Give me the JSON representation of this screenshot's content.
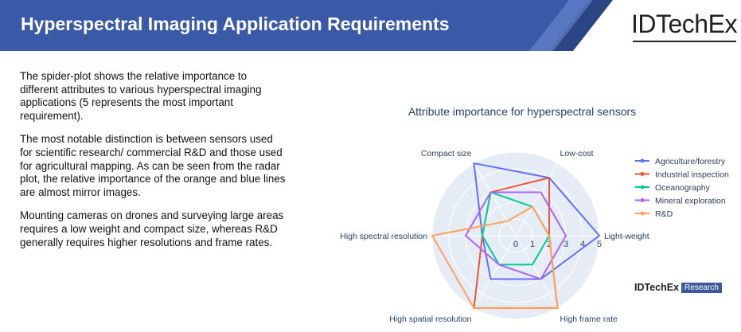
{
  "header": {
    "title": "Hyperspectral Imaging Application Requirements",
    "brand": "IDTechEx",
    "colors": {
      "band": "#3a5aa8",
      "stripe_light": "#6f8fd3",
      "stripe_dark": "#2b4585"
    }
  },
  "body": {
    "paragraphs": [
      "The spider-plot shows the relative importance to different attributes to various hyperspectral imaging applications (5 represents the most important requirement).",
      "The most notable distinction is between sensors used for scientific research/ commercial R&D and those used for agricultural mapping. As can be seen from the radar plot, the relative importance of the orange and blue lines are almost mirror images.",
      "Mounting cameras on drones and surveying large areas requires a low weight and compact size, whereas R&D generally requires higher resolutions and frame rates."
    ]
  },
  "chart_data": {
    "type": "radar",
    "title": "Attribute importance for hyperspectral sensors",
    "axes": [
      "Light-weight",
      "Low-cost",
      "Compact size",
      "High spectral resolution",
      "High spatial resolution",
      "High frame rate"
    ],
    "rlim": [
      0,
      5
    ],
    "radial_ticks": [
      "0",
      "1",
      "2",
      "3",
      "4",
      "5"
    ],
    "legend_position": "top-right",
    "series": [
      {
        "name": "Agriculture/forestry",
        "color": "#636efa",
        "values": [
          5,
          4,
          5,
          2,
          3,
          3
        ]
      },
      {
        "name": "Industrial inspection",
        "color": "#ef553b",
        "values": [
          2,
          4,
          3,
          2,
          5,
          5
        ]
      },
      {
        "name": "Oceanography",
        "color": "#00cc96",
        "values": [
          2,
          2,
          3,
          2,
          2,
          2
        ]
      },
      {
        "name": "Mineral exploration",
        "color": "#ab63fa",
        "values": [
          3,
          3,
          3,
          3,
          2,
          3
        ]
      },
      {
        "name": "R&D",
        "color": "#ffa15a",
        "values": [
          2,
          2,
          1,
          5,
          5,
          5
        ]
      }
    ]
  },
  "watermark": {
    "brand": "IDTechEx",
    "sub": "Research"
  }
}
